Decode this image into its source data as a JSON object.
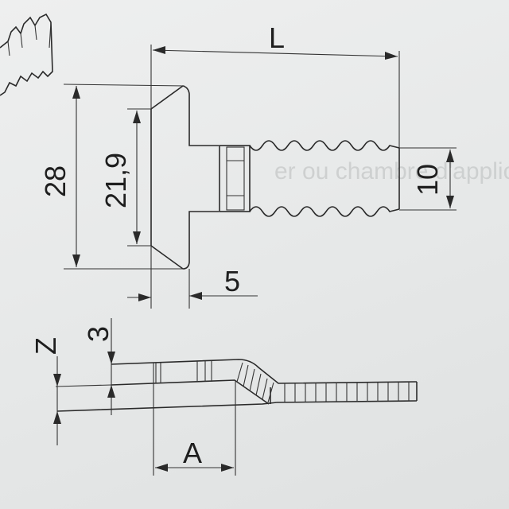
{
  "drawing": {
    "bleed_through_text": "er  ou  chambre  d'application",
    "dimensions": {
      "length": "L",
      "outer_height": "28",
      "inner_height": "21,9",
      "shank_height": "10",
      "flange_thickness": "5",
      "offset": "Z",
      "thickness": "3",
      "distance": "A"
    }
  },
  "colors": {
    "paper": "#e9eaea",
    "ink": "#2a2a2a"
  }
}
